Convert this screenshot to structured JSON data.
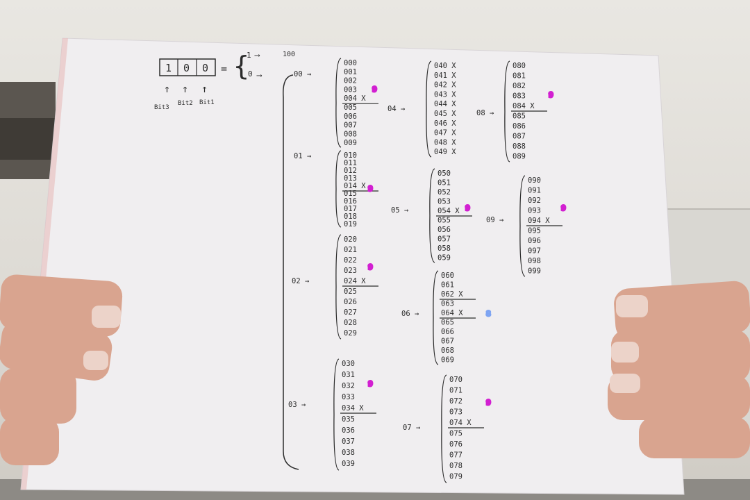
{
  "header": {
    "bits": [
      "1",
      "0",
      "0"
    ],
    "bit_labels": [
      "Bit3",
      "Bit2",
      "Bit1"
    ],
    "equals": "=",
    "branch_one": "1",
    "branch_one_result": "100",
    "branch_zero": "0"
  },
  "level1": [
    "00",
    "01",
    "02",
    "03",
    "04",
    "05",
    "06",
    "07",
    "08",
    "09"
  ],
  "groups": [
    {
      "prefix": "00",
      "items": [
        "000",
        "001",
        "002",
        "003",
        "004 X",
        "005",
        "006",
        "007",
        "008",
        "009"
      ],
      "count": "9"
    },
    {
      "prefix": "01",
      "items": [
        "010",
        "011",
        "012",
        "013",
        "014 X",
        "015",
        "016",
        "017",
        "018",
        "019"
      ],
      "count": "9"
    },
    {
      "prefix": "02",
      "items": [
        "020",
        "021",
        "022",
        "023",
        "024 X",
        "025",
        "026",
        "027",
        "028",
        "029"
      ],
      "count": "9"
    },
    {
      "prefix": "03",
      "items": [
        "030",
        "031",
        "032",
        "033",
        "034 X",
        "035",
        "036",
        "037",
        "038",
        "039"
      ],
      "count": "9"
    },
    {
      "prefix": "04",
      "items": [
        "040 X",
        "041 X",
        "042 X",
        "043 X",
        "044 X",
        "045 X",
        "046 X",
        "047 X",
        "048 X",
        "049 X"
      ],
      "count": ""
    },
    {
      "prefix": "05",
      "items": [
        "050",
        "051",
        "052",
        "053",
        "054 X",
        "055",
        "056",
        "057",
        "058",
        "059"
      ],
      "count": "9"
    },
    {
      "prefix": "06",
      "items": [
        "060",
        "061",
        "062 X",
        "063",
        "064 X",
        "065",
        "066",
        "067",
        "068",
        "069"
      ],
      "count": "8"
    },
    {
      "prefix": "07",
      "items": [
        "070",
        "071",
        "072",
        "073",
        "074 X",
        "075",
        "076",
        "077",
        "078",
        "079"
      ],
      "count": "9"
    },
    {
      "prefix": "08",
      "items": [
        "080",
        "081",
        "082",
        "083",
        "084 X",
        "085",
        "086",
        "087",
        "088",
        "089"
      ],
      "count": "9"
    },
    {
      "prefix": "09",
      "items": [
        "090",
        "091",
        "092",
        "093",
        "094 X",
        "095",
        "096",
        "097",
        "098",
        "099"
      ],
      "count": "9"
    }
  ],
  "colors": {
    "count_magenta": "#d21fd1",
    "count_blue": "#7ea4f2",
    "ink": "#2b2b2b",
    "paper": "#f0eef0"
  }
}
